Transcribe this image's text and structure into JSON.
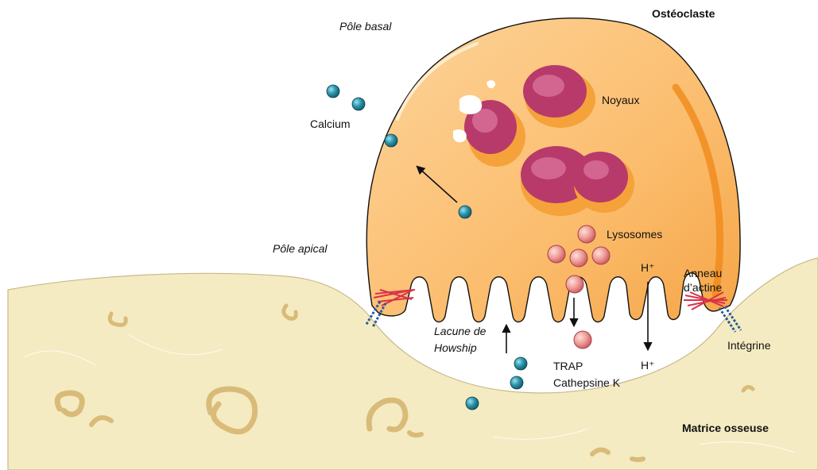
{
  "labels": {
    "osteoclast": "Ostéoclaste",
    "pole_basal": "Pôle basal",
    "calcium": "Calcium",
    "noyaux": "Noyaux",
    "lysosomes": "Lysosomes",
    "pole_apical": "Pôle apical",
    "h_plus_top": "H⁺",
    "anneau_line1": "Anneau",
    "anneau_line2": "d’actine",
    "lacune_line1": "Lacune de",
    "lacune_line2": "Howship",
    "integrine": "Intégrine",
    "h_plus_bottom": "H⁺",
    "trap": "TRAP",
    "cathepsine": "Cathepsine K",
    "matrice": "Matrice osseuse"
  },
  "colors": {
    "cell_fill": "#fbbd6e",
    "cell_edge": "#f39a2a",
    "bone_fill": "#f5ebc2",
    "nucleus": "#b83a6a",
    "lysosome": "#e88a8a",
    "calcium": "#2a8aa0",
    "actin": "#d9324a"
  }
}
